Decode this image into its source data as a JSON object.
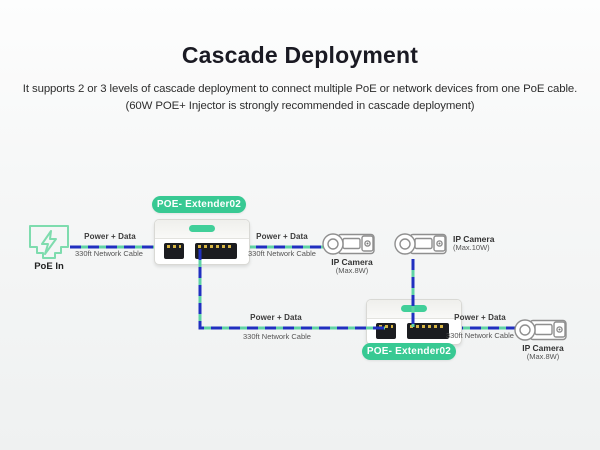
{
  "header": {
    "title": "Cascade Deployment",
    "subtitle_line1": "It supports 2 or 3 levels of cascade deployment to connect multiple PoE or network devices from one PoE cable.",
    "subtitle_line2": "(60W POE+ Injector is strongly recommended in cascade deployment)"
  },
  "diagram": {
    "poe_in_label": "PoE In",
    "extender_badge_1": "POE- Extender02",
    "extender_badge_2": "POE- Extender02",
    "cables": [
      {
        "id": "poe-in-to-extender1",
        "label_top": "Power + Data",
        "label_bottom": "330ft Network Cable"
      },
      {
        "id": "extender1-to-camera1",
        "label_top": "Power + Data",
        "label_bottom": "330ft Network Cable"
      },
      {
        "id": "extender1-to-extender2",
        "label_top": "Power + Data",
        "label_bottom": "330ft Network Cable"
      },
      {
        "id": "extender2-to-camera3",
        "label_top": "Power + Data",
        "label_bottom": "330ft Network Cable"
      }
    ],
    "cameras": [
      {
        "name": "IP Camera",
        "max_power": "(Max.8W)"
      },
      {
        "name": "IP Camera",
        "max_power": "(Max.10W)"
      },
      {
        "name": "IP Camera",
        "max_power": "(Max.8W)"
      }
    ],
    "colors": {
      "cable_blue": "#2030c0",
      "cable_green": "#5fd3a5",
      "badge_green": "#38c993",
      "sticker_green": "#41cf99",
      "icon_green": "#7edcae",
      "camera_gray": "#8f8f8f",
      "pin_yellow": "#d7b544"
    }
  }
}
